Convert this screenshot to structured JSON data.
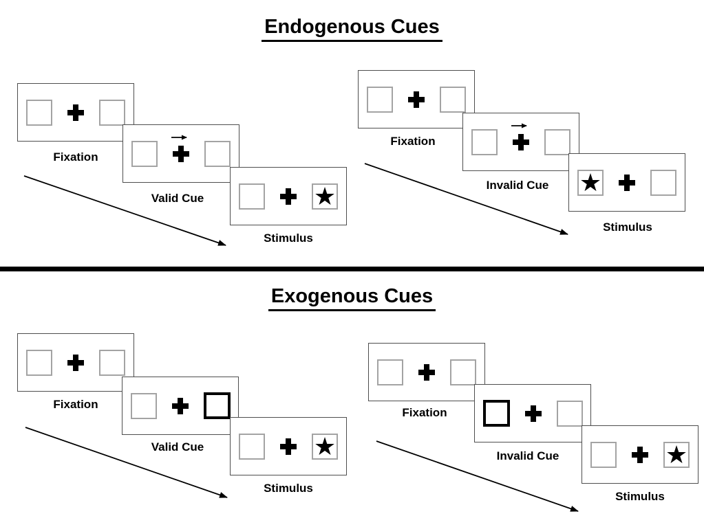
{
  "titles": {
    "endogenous": "Endogenous Cues",
    "exogenous": "Exogenous Cues"
  },
  "labels": {
    "fixation": "Fixation",
    "valid_cue": "Valid Cue",
    "invalid_cue": "Invalid Cue",
    "stimulus": "Stimulus"
  },
  "icons": {
    "star_char": "★",
    "fixation_cross": "heavy-plus-cross",
    "endogenous_cue": "right-arrow-above-cross",
    "exogenous_cue": "bold-outlined-box",
    "flow_arrow": "diagonal-down-right-arrow"
  },
  "colors": {
    "ink": "#000000",
    "box_border": "#a3a3a3",
    "panel_border": "#4d4d4d",
    "background": "#ffffff"
  },
  "sequences": [
    {
      "id": "endogenous-valid",
      "section": "endogenous",
      "panels": [
        "Fixation",
        "Valid Cue",
        "Stimulus"
      ],
      "cue_symbol": "arrow-pointing-right-above-cross",
      "cued_side": "right",
      "stimulus_star_side": "right"
    },
    {
      "id": "endogenous-invalid",
      "section": "endogenous",
      "panels": [
        "Fixation",
        "Invalid Cue",
        "Stimulus"
      ],
      "cue_symbol": "arrow-pointing-right-above-cross",
      "cued_side": "right",
      "stimulus_star_side": "left"
    },
    {
      "id": "exogenous-valid",
      "section": "exogenous",
      "panels": [
        "Fixation",
        "Valid Cue",
        "Stimulus"
      ],
      "cue_symbol": "bold-box-right",
      "cued_side": "right",
      "stimulus_star_side": "right"
    },
    {
      "id": "exogenous-invalid",
      "section": "exogenous",
      "panels": [
        "Fixation",
        "Invalid Cue",
        "Stimulus"
      ],
      "cue_symbol": "bold-box-left",
      "cued_side": "left",
      "stimulus_star_side": "right"
    }
  ]
}
